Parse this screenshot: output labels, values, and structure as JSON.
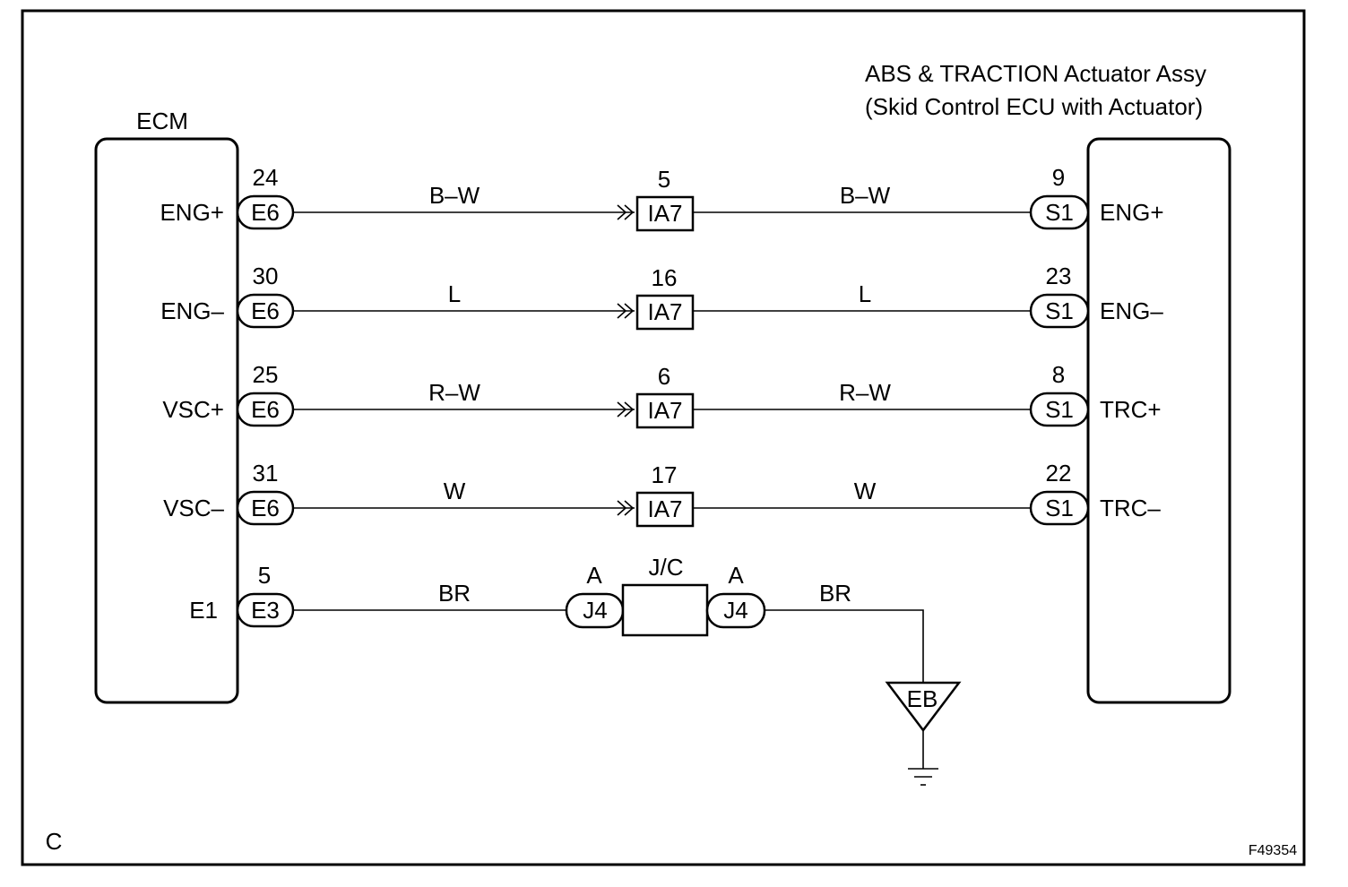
{
  "labels": {
    "ecm": "ECM",
    "actuator_line1": "ABS & TRACTION Actuator Assy",
    "actuator_line2": "(Skid Control ECU with Actuator)"
  },
  "rows": [
    {
      "ecm_terminal": "ENG+",
      "ecm_pin": "24",
      "ecm_connector": "E6",
      "wire_left": "B–W",
      "junction_pin": "5",
      "junction_connector": "IA7",
      "wire_right": "B–W",
      "act_pin": "9",
      "act_connector": "S1",
      "act_terminal": "ENG+"
    },
    {
      "ecm_terminal": "ENG–",
      "ecm_pin": "30",
      "ecm_connector": "E6",
      "wire_left": "L",
      "junction_pin": "16",
      "junction_connector": "IA7",
      "wire_right": "L",
      "act_pin": "23",
      "act_connector": "S1",
      "act_terminal": "ENG–"
    },
    {
      "ecm_terminal": "VSC+",
      "ecm_pin": "25",
      "ecm_connector": "E6",
      "wire_left": "R–W",
      "junction_pin": "6",
      "junction_connector": "IA7",
      "wire_right": "R–W",
      "act_pin": "8",
      "act_connector": "S1",
      "act_terminal": "TRC+"
    },
    {
      "ecm_terminal": "VSC–",
      "ecm_pin": "31",
      "ecm_connector": "E6",
      "wire_left": "W",
      "junction_pin": "17",
      "junction_connector": "IA7",
      "wire_right": "W",
      "act_pin": "22",
      "act_connector": "S1",
      "act_terminal": "TRC–"
    }
  ],
  "ground_row": {
    "ecm_terminal": "E1",
    "ecm_pin": "5",
    "ecm_connector": "E3",
    "wire_left": "BR",
    "jc_left_pin": "A",
    "jc_left_connector": "J4",
    "jc_label": "J/C",
    "jc_right_pin": "A",
    "jc_right_connector": "J4",
    "wire_right": "BR",
    "ground_point": "EB"
  },
  "footer": {
    "corner_code": "C",
    "figure_id": "F49354"
  }
}
